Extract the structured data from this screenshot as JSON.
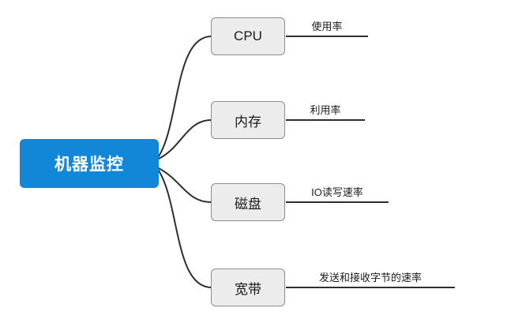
{
  "diagram": {
    "title": "机器监控 mind map",
    "root": {
      "label": "机器监控"
    },
    "branches": [
      {
        "node": "CPU",
        "leaf": "使用率"
      },
      {
        "node": "内存",
        "leaf": "利用率"
      },
      {
        "node": "磁盘",
        "leaf": "IO读写速率"
      },
      {
        "node": "宽带",
        "leaf": "发送和接收字节的速率"
      }
    ],
    "colors": {
      "root_bg": "#1287d8",
      "root_text": "#ffffff",
      "node_bg": "#ececec",
      "node_border": "#8c8c8c",
      "connector": "#2f2f2f",
      "background": "#ffffff"
    }
  }
}
